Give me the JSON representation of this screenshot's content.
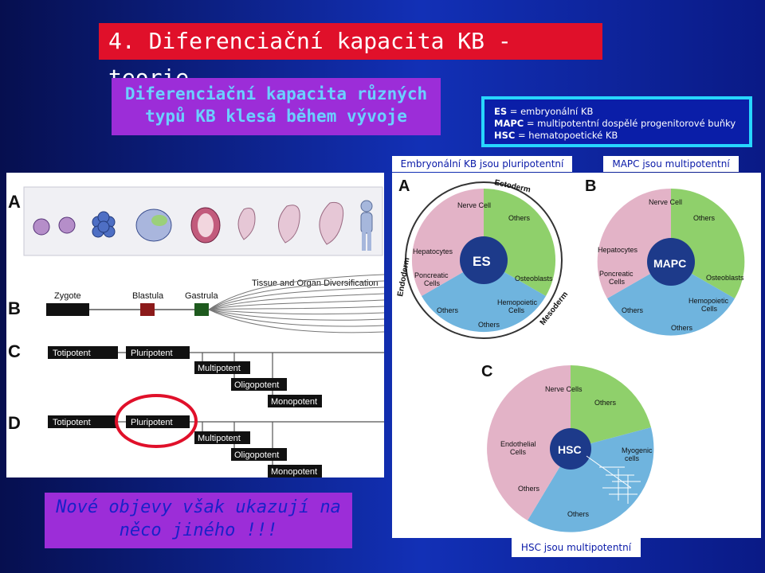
{
  "slide": {
    "title": "4. Diferenciační kapacita KB - teorie",
    "subtitle_line1": "Diferenciační kapacita různých",
    "subtitle_line2": "typů KB klesá během vývoje",
    "legend": {
      "es_abbr": "ES",
      "es_text": " = embryonální KB",
      "mapc_abbr": "MAPC",
      "mapc_text": " = multipotentní dospělé progenitorové buňky",
      "hsc_abbr": "HSC",
      "hsc_text": " = hematopoetické KB"
    },
    "es_label": "Embryonální KB jsou pluripotentní",
    "mapc_label": "MAPC jsou multipotentní",
    "hsc_label": "HSC jsou multipotentní",
    "note_line1": "Nové objevy však ukazují na",
    "note_line2": "něco jiného !!!"
  },
  "left_figure": {
    "row_a": "A",
    "row_b": "B",
    "row_c": "C",
    "row_d": "D",
    "zygote": "Zygote",
    "blastula": "Blastula",
    "gastrula": "Gastrula",
    "tissue": "Tissue and Organ Diversification",
    "totipotent": "Totipotent",
    "pluripotent": "Pluripotent",
    "multipotent": "Multipotent",
    "oligopotent": "Oligopotent",
    "monopotent": "Monopotent",
    "colors": {
      "zygote_bar": "#111111",
      "blastula_box": "#8c1a1a",
      "gastrula_box": "#1e5a1e",
      "highlight": "#e0102a"
    }
  },
  "right_figure": {
    "a": {
      "letter": "A",
      "center": "ES",
      "ectoderm": "Ectoderm",
      "endoderm": "Endoderm",
      "mesoderm": "Mesoderm",
      "nerve": "Nerve Cell",
      "others_top": "Others",
      "hepatocytes": "Hepatocytes",
      "poncreatic_1": "Poncreatic",
      "poncreatic_2": "Cells",
      "osteoblasts": "Osteoblasts",
      "hemopoietic_1": "Hemopoietic",
      "hemopoietic_2": "Cells",
      "others_left": "Others",
      "others_bottom": "Others"
    },
    "b": {
      "letter": "B",
      "center": "MAPC",
      "nerve": "Nerve Cell",
      "others_top": "Others",
      "hepatocytes": "Hepatocytes",
      "poncreatic_1": "Poncreatic",
      "poncreatic_2": "Cells",
      "osteoblasts": "Osteoblasts",
      "hemopoietic_1": "Hemopoietic",
      "hemopoietic_2": "Cells",
      "others_left": "Others",
      "others_bottom": "Others"
    },
    "c": {
      "letter": "C",
      "center": "HSC",
      "nerve": "Nerve Cells",
      "others_top": "Others",
      "endothelial_1": "Endothelial",
      "endothelial_2": "Cells",
      "myogenic_1": "Myogenic",
      "myogenic_2": "cells",
      "others_left": "Others",
      "others_bottom": "Others"
    },
    "colors": {
      "green": "#8fd06b",
      "blue": "#6fb4de",
      "pink": "#e3b3c7",
      "center": "#1d3a8a"
    }
  }
}
